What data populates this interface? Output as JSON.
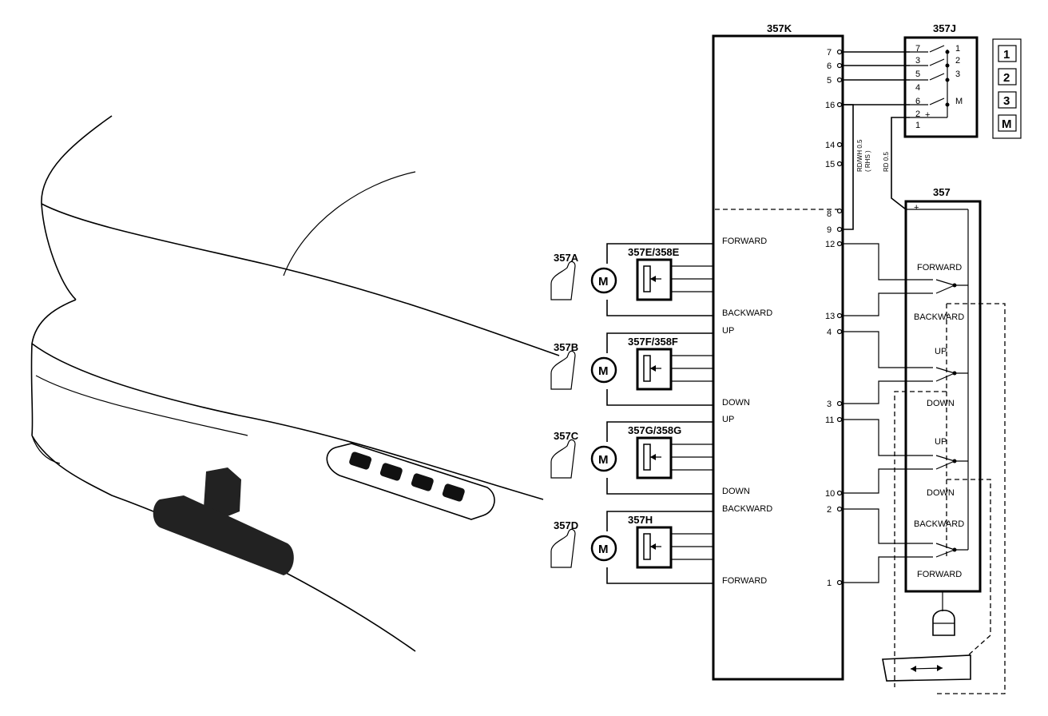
{
  "module": {
    "label": "357K"
  },
  "memory_switch": {
    "label": "357J",
    "terminals": [
      "7",
      "3",
      "5",
      "4",
      "6",
      "2",
      "1"
    ],
    "poles": [
      "1",
      "2",
      "3",
      "M"
    ],
    "plus": "+"
  },
  "memory_buttons": [
    "1",
    "2",
    "3",
    "M"
  ],
  "seat_switch": {
    "label": "357",
    "plus": "+"
  },
  "module_pins": {
    "p7": "7",
    "p6": "6",
    "p5": "5",
    "p16": "16",
    "p14": "14",
    "p15": "15",
    "p8": "8",
    "p9": "9",
    "p12": "12",
    "p13": "13",
    "p4": "4",
    "p3": "3",
    "p11": "11",
    "p10": "10",
    "p2": "2",
    "p1": "1"
  },
  "wire_labels": {
    "w1": "RD/WH 0.5",
    "w2": "( RHS )",
    "w3": "RD 0.5"
  },
  "motors": [
    {
      "id": "357A",
      "sensor": "357E/358E",
      "symbol": "M",
      "top": "FORWARD",
      "bottom": "BACKWARD"
    },
    {
      "id": "357B",
      "sensor": "357F/358F",
      "symbol": "M",
      "top": "UP",
      "bottom": "DOWN"
    },
    {
      "id": "357C",
      "sensor": "357G/358G",
      "symbol": "M",
      "top": "UP",
      "bottom": "DOWN"
    },
    {
      "id": "357D",
      "sensor": "357H",
      "symbol": "M",
      "top": "BACKWARD",
      "bottom": "FORWARD"
    }
  ],
  "switch_labels": {
    "s1_top": "FORWARD",
    "s1_bottom": "BACKWARD",
    "s2_top": "UP",
    "s2_bottom": "DOWN",
    "s3_top": "UP",
    "s3_bottom": "DOWN",
    "s4_top": "BACKWARD",
    "s4_bottom": "FORWARD"
  }
}
